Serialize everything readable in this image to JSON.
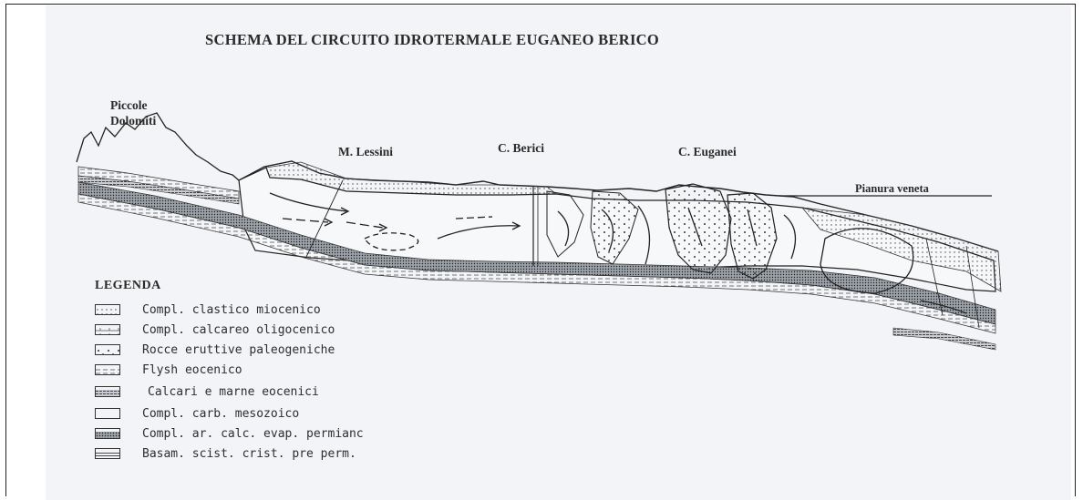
{
  "diagram": {
    "title": "SCHEMA DEL CIRCUITO IDROTERMALE EUGANEO BERICO",
    "place_labels": {
      "piccole_line1": "Piccole",
      "piccole_line2": "Dolomiti",
      "lessini": "M. Lessini",
      "berici": "C. Berici",
      "euganei": "C. Euganei",
      "pianura": "Pianura veneta"
    }
  },
  "legend": {
    "title": "LEGENDA",
    "items": [
      {
        "label": "Compl. clastico miocenico",
        "pattern": "dots-fine"
      },
      {
        "label": "Compl. calcareo oligocenico",
        "pattern": "bricks"
      },
      {
        "label": "Rocce eruttive paleogeniche",
        "pattern": "dots-sparse"
      },
      {
        "label": "Flysh eocenico",
        "pattern": "dashes"
      },
      {
        "label": "Calcari e marne eocenici",
        "pattern": "dense-dashes"
      },
      {
        "label": "Compl. carb. mesozoico",
        "pattern": "blank"
      },
      {
        "label": "Compl. ar. calc. evap. permianc",
        "pattern": "dark-dots"
      },
      {
        "label": "Basam. scist. crist. pre perm.",
        "pattern": "lines"
      }
    ]
  },
  "colors": {
    "ink": "#2a2a2a",
    "paper": "#f2f4f7",
    "page": "#ffffff"
  }
}
